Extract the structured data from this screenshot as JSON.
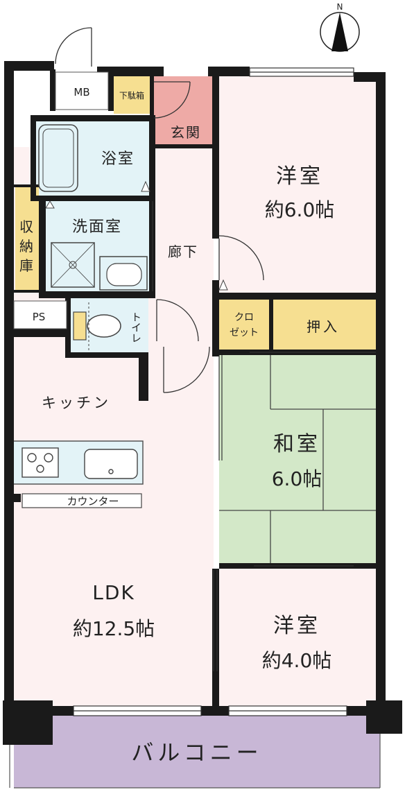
{
  "compass": {
    "north_label": "N"
  },
  "rooms": {
    "western_room_1": {
      "name": "洋室",
      "size": "約6.0帖"
    },
    "western_room_2": {
      "name": "洋室",
      "size": "約4.0帖"
    },
    "japanese_room": {
      "name": "和室",
      "size": "6.0帖"
    },
    "ldk": {
      "name": "LDK",
      "size": "約12.5帖"
    },
    "kitchen": {
      "name": "キッチン"
    },
    "counter": {
      "name": "カウンター"
    },
    "bathroom": {
      "name": "浴室"
    },
    "washroom": {
      "name": "洗面室"
    },
    "toilet": {
      "name": "トイレ"
    },
    "hallway": {
      "name": "廊下"
    },
    "entrance": {
      "name": "玄関"
    },
    "shoe_box": {
      "name": "下駄箱"
    },
    "closet": {
      "name": "クロゼット",
      "line1": "クロ",
      "line2": "ゼット"
    },
    "oshiire": {
      "name": "押入"
    },
    "storage": {
      "name": "収納庫",
      "chars": [
        "収",
        "納",
        "庫"
      ]
    },
    "balcony": {
      "name": "バルコニー"
    },
    "meter_box": {
      "name": "MB"
    },
    "pipe_space": {
      "name": "PS"
    }
  },
  "colors": {
    "wall": "#1a1a1a",
    "western_room": "#fdf1f1",
    "ldk": "#fdf1f1",
    "wet_area": "#e3f3f7",
    "entrance": "#eeaaa6",
    "storage": "#f6df91",
    "tatami": "#d3e8c8",
    "balcony": "#c8b7d6"
  }
}
